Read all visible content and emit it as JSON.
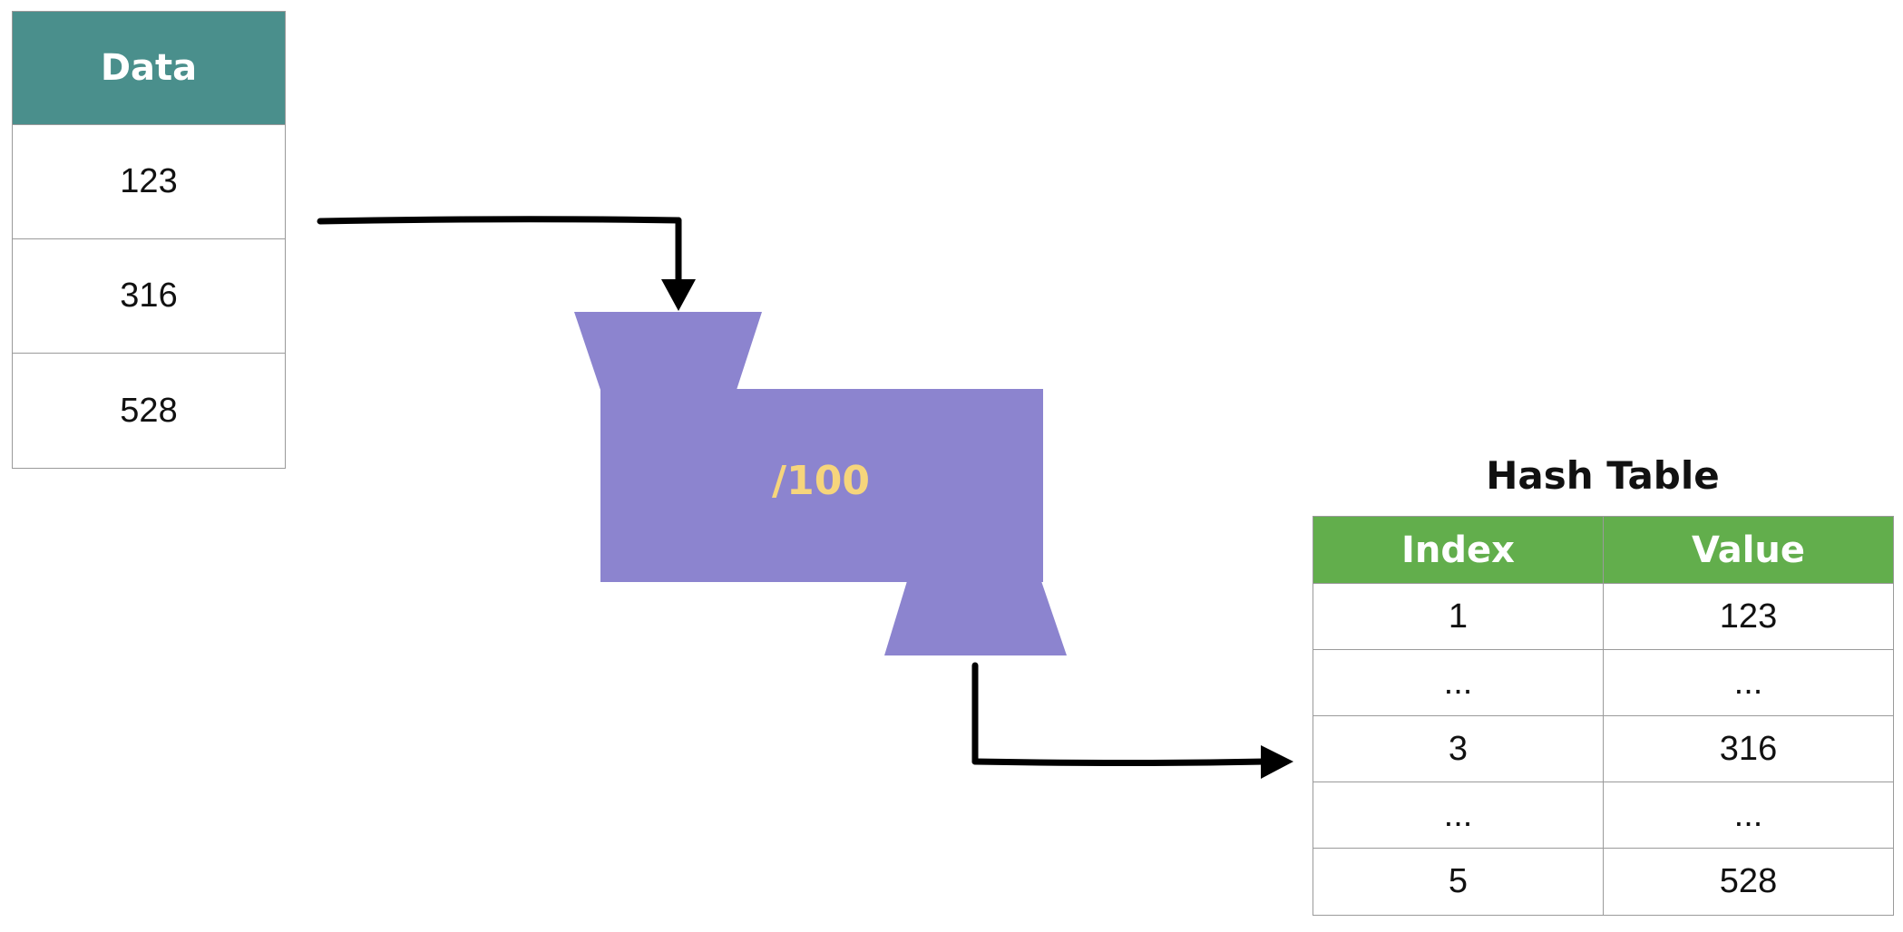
{
  "data_table": {
    "header": "Data",
    "rows": [
      "123",
      "316",
      "528"
    ]
  },
  "hash_function": {
    "label": "/100",
    "body_color": "#8c84cf",
    "label_color": "#f6d57c"
  },
  "hash_table": {
    "title": "Hash Table",
    "columns": [
      "Index",
      "Value"
    ],
    "rows": [
      [
        "1",
        "123"
      ],
      [
        "...",
        "..."
      ],
      [
        "3",
        "316"
      ],
      [
        "...",
        "..."
      ],
      [
        "5",
        "528"
      ]
    ]
  },
  "colors": {
    "data_header": "#4a8f8c",
    "hash_header": "#62ae4c",
    "arrow": "#000000"
  }
}
